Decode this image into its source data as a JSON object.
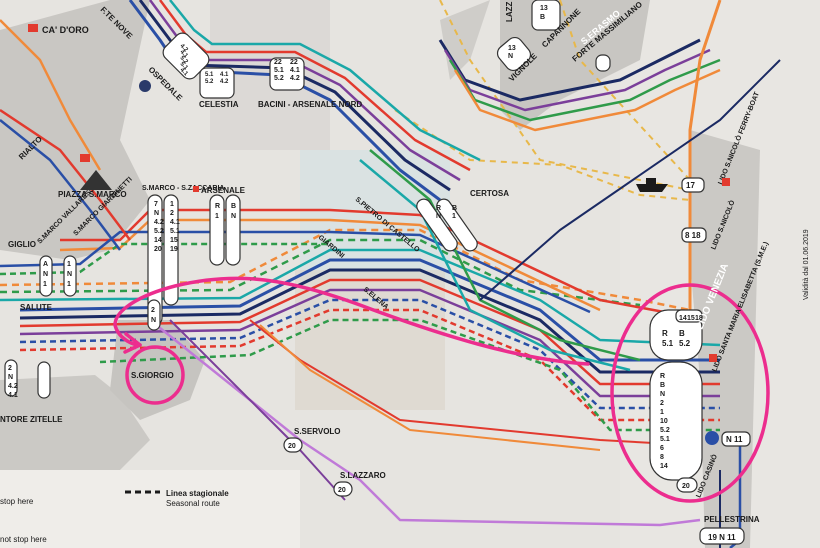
{
  "stops": {
    "ca_doro": "CA' D'ORO",
    "fondamente_nove": "F.TE NOVE",
    "ospedale": "OSPEDALE",
    "celestia": "CELESTIA",
    "bacini": "BACINI - ARSENALE NORD",
    "lazzaretto": "LAZZ",
    "vignole": "VIGNOLE",
    "capannone": "CAPANNONE",
    "forte_massimiliano": "FORTE MASSIMILIANO",
    "s_erasmo": "S.ERASMO",
    "rialto": "RIALTO",
    "piazza_s_marco": "PIAZZA S.MARCO",
    "s_marco_vallaresso": "S.MARCO VALLARESSO",
    "s_marco_giardinetti": "S.MARCO GIARDINETTI",
    "s_marco_s_zaccaria": "S.MARCO - S.ZACCARIA",
    "arsenale": "ARSENALE",
    "certosa": "CERTOSA",
    "giardini": "GIARDINI",
    "s_pietro": "S.PIETRO DI CASTELLO",
    "s_elena": "S.ELENA",
    "giglio": "GIGLIO",
    "salute": "SALUTE",
    "zitelle": "ZITELLE",
    "redentore": "NTORE",
    "s_giorgio": "S.GIORGIO",
    "s_servolo": "S.SERVOLO",
    "s_lazzaro": "S.LAZZARO",
    "lido_s_nicolo_ferry": "LIDO S.NICOLÒ FERRY-BOAT",
    "lido_s_nicolo": "LIDO S.NICOLÒ",
    "lido_venezia": "LIDO VENEZIA",
    "lido_santa_maria": "LIDO SANTA MARIA ELISABETTA (S.M.E.)",
    "lido_casinò": "LIDO CASINÒ",
    "pellestrina": "PELLESTRINA"
  },
  "codes": {
    "ospedale_lines": [
      "4.2",
      "4.1",
      "5.2",
      "5.1",
      "4.1"
    ],
    "celestia_lines": [
      "5.1",
      "4.1",
      "5.2",
      "4.2"
    ],
    "bacini_lines": [
      "22",
      "22",
      "5.1",
      "4.1",
      "5.2",
      "4.2"
    ],
    "vignole_lines": [
      "13",
      "N"
    ],
    "capannone_lines": [
      "13",
      "B"
    ],
    "certosa_lines": [
      "R",
      "B",
      "N",
      "1"
    ],
    "zaccaria_lines": [
      "7",
      "1",
      "N",
      "2",
      "4.2",
      "4.1",
      "5.2",
      "5.1",
      "14",
      "15",
      "20",
      "19"
    ],
    "arsenale_lines": [
      "R",
      "B",
      "1",
      "N"
    ],
    "lido_top_lines": [
      "14",
      "15",
      "18"
    ],
    "lido_rb": [
      "R",
      "B",
      "5.1",
      "5.2"
    ],
    "lido_main_lines": [
      "R",
      "B",
      "N",
      "2",
      "1",
      "10",
      "5.2",
      "5.1",
      "6",
      "8",
      "14"
    ],
    "stop_17": "17",
    "stop_818": "8 18",
    "stop_20": "20",
    "n11": "N 11",
    "bottom_lines": "19 N 11",
    "giglio_lines": [
      "A",
      "N",
      "1"
    ],
    "salute_lines": [
      "1",
      "N",
      "1"
    ],
    "zitelle_lines": [
      "2",
      "N",
      "4.2",
      "4.1"
    ],
    "s_giorgio_lines": [
      "2",
      "N"
    ]
  },
  "legend": {
    "seasonal_it": "Linea stagionale",
    "seasonal_en": "Seasonal route",
    "stop_here": "stop here",
    "not_stop_here": "not stop here"
  },
  "validity": "Validità dal 01.06.2019",
  "colors": {
    "line_orange": "#f08a3a",
    "line_red": "#e23a2e",
    "line_blue": "#2a4fa6",
    "line_navy": "#1b2a63",
    "line_green": "#2f9b4a",
    "line_teal": "#1aa8a8",
    "line_purple": "#7b3f9a",
    "line_violet": "#c07ad8",
    "line_yellow": "#e8b84a",
    "annotation_pink": "#ec2d8e",
    "land": "#c8c6c2",
    "water": "#eceae6"
  }
}
